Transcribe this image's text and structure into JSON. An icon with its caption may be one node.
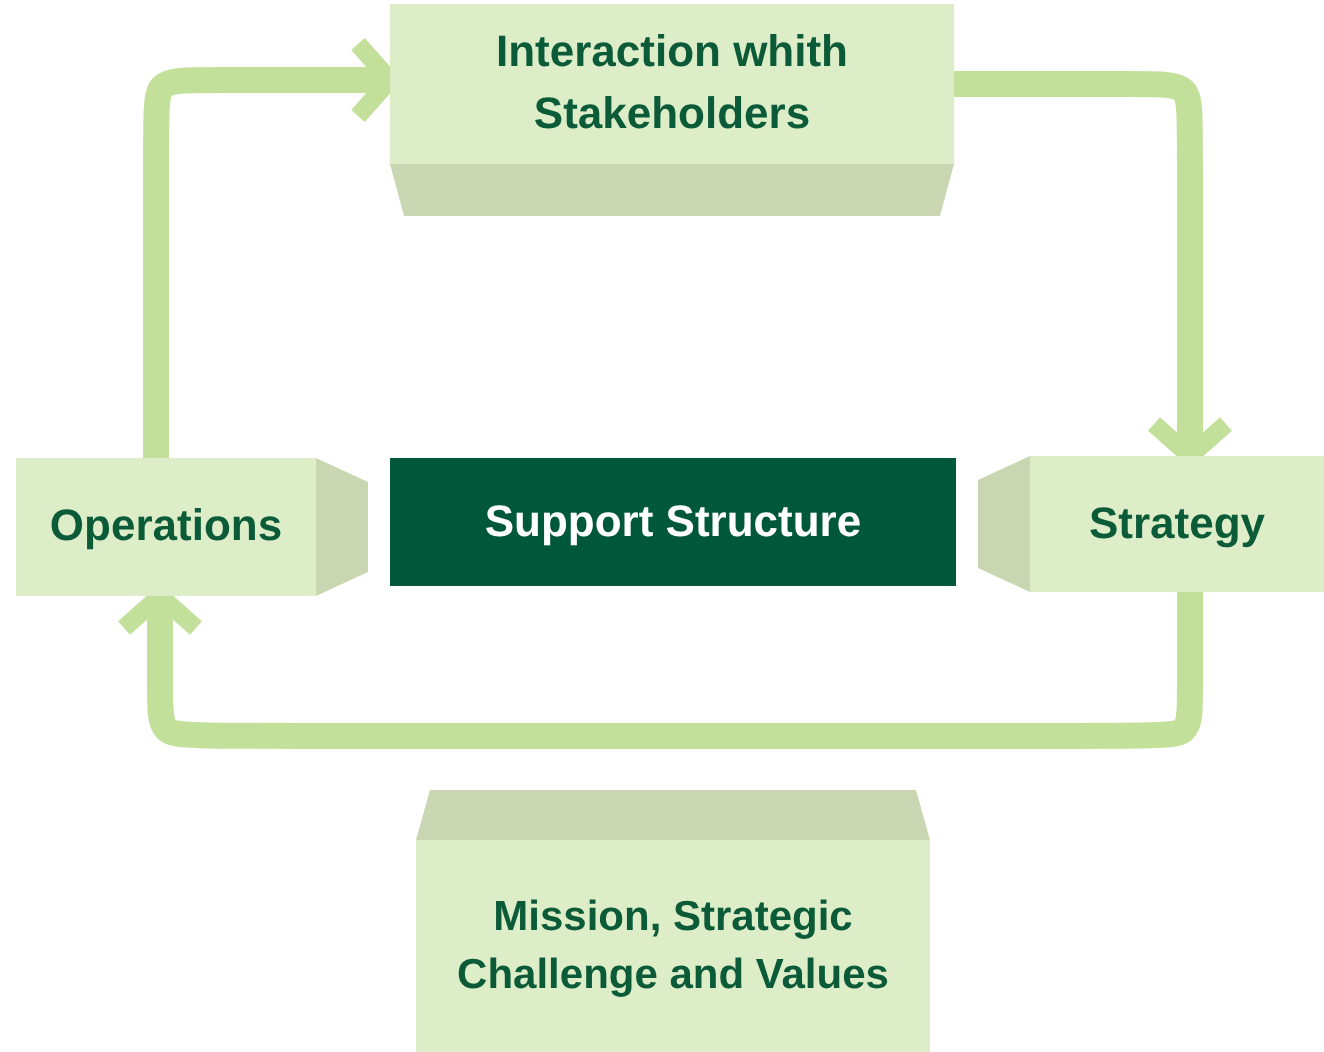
{
  "diagram": {
    "nodes": [
      {
        "text": [
          "Interaction whith Stakeholders"
        ]
      },
      {
        "text": [
          "Strategy"
        ]
      },
      {
        "text": [
          "Support Structure"
        ]
      },
      {
        "text": [
          "Operations"
        ]
      },
      {
        "text": [
          "Mission, Strategic Challenge and Values"
        ]
      }
    ],
    "edges": [
      {
        "from": 0,
        "to": 1,
        "arrow": "to"
      },
      {
        "from": 1,
        "to": 3,
        "arrow": "to"
      },
      {
        "from": 3,
        "to": 0,
        "arrow": "to"
      }
    ]
  }
}
